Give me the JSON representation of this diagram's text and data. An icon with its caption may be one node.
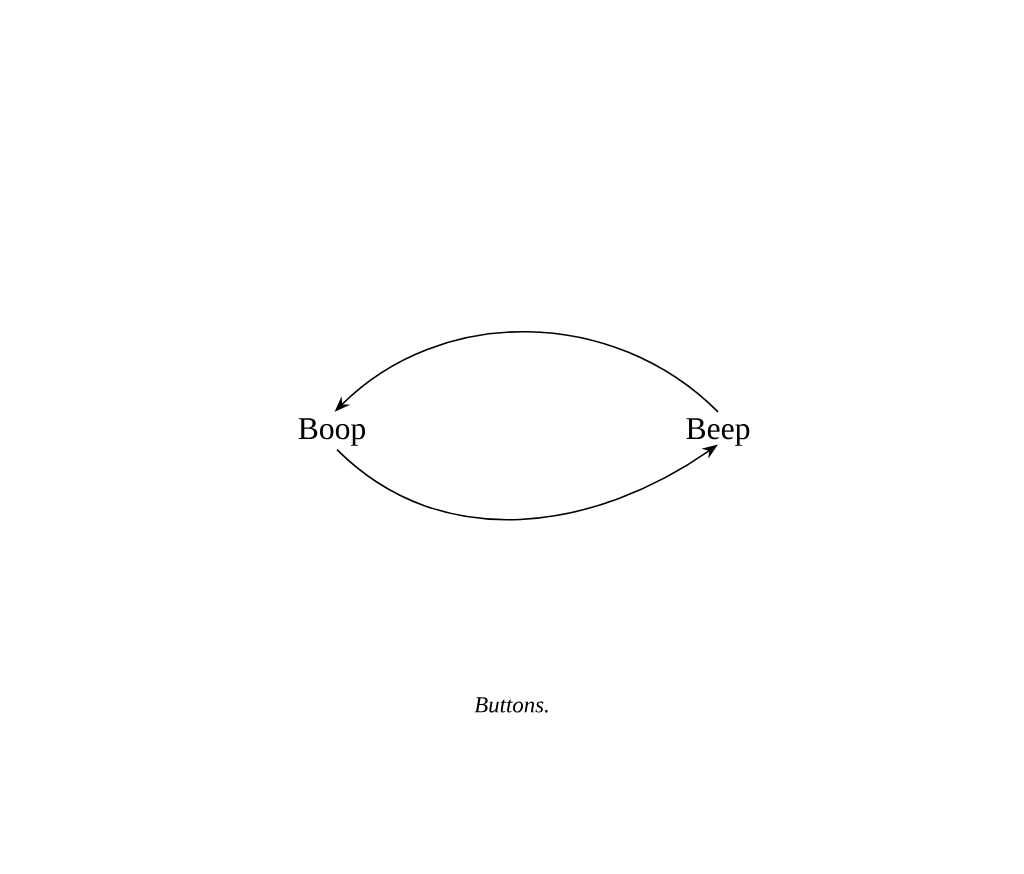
{
  "diagram": {
    "caption": "Buttons.",
    "nodes": [
      {
        "text": [
          "Boop"
        ]
      },
      {
        "text": [
          "Beep"
        ]
      }
    ],
    "edges": [
      {
        "from": 1,
        "to": 0,
        "arrow": "to"
      },
      {
        "from": 0,
        "to": 1,
        "arrow": "to"
      }
    ]
  }
}
